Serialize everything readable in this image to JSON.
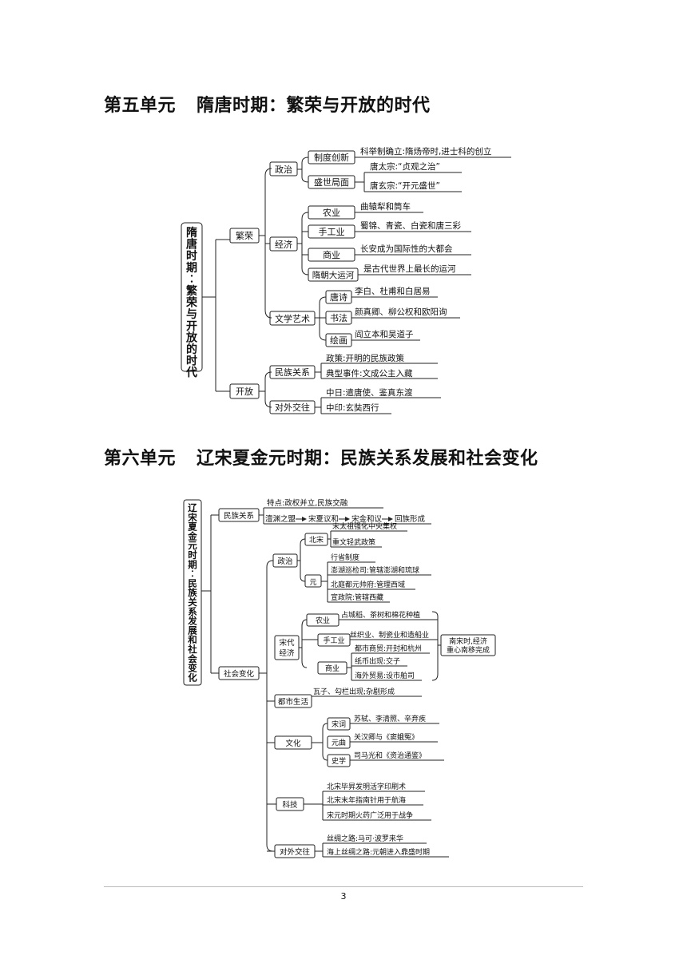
{
  "unit5": {
    "title_a": "第五单元",
    "title_b": "隋唐时期：繁荣与开放的时代",
    "root": "隋唐时期：繁荣与开放的时代",
    "b1": {
      "label": "繁荣",
      "zhengzhi": {
        "label": "政治",
        "zhidu": {
          "label": "制度创新",
          "text": "科举制确立:隋炀帝时,进士科的创立"
        },
        "shengshi": {
          "label": "盛世局面",
          "items": [
            "唐太宗:“贞观之治”",
            "唐玄宗:“开元盛世”"
          ]
        }
      },
      "jingji": {
        "label": "经济",
        "rows": [
          {
            "label": "农业",
            "text": "曲辕犁和筒车"
          },
          {
            "label": "手工业",
            "text": "蜀锦、青瓷、白瓷和唐三彩"
          },
          {
            "label": "商业",
            "text": "长安成为国际性的大都会"
          },
          {
            "label": "隋朝大运河",
            "text": "是古代世界上最长的运河"
          }
        ]
      },
      "wenxue": {
        "label": "文学艺术",
        "rows": [
          {
            "label": "唐诗",
            "text": "李白、杜甫和白居易"
          },
          {
            "label": "书法",
            "text": "颜真卿、柳公权和欧阳询"
          },
          {
            "label": "绘画",
            "text": "阎立本和吴道子"
          }
        ]
      }
    },
    "b2": {
      "label": "开放",
      "minzu": {
        "label": "民族关系",
        "items": [
          "政策:开明的民族政策",
          "典型事件:文成公主入藏"
        ]
      },
      "duiwai": {
        "label": "对外交往",
        "items": [
          "中日:遣唐使、鉴真东渡",
          "中印:玄奘西行"
        ]
      }
    }
  },
  "unit6": {
    "title_a": "第六单元",
    "title_b": "辽宋夏金元时期：民族关系发展和社会变化",
    "root": "辽宋夏金元时期：民族关系发展和社会变化",
    "minzu": {
      "label": "民族关系",
      "item1": "特点:政权并立,民族交融",
      "chain": [
        "澶渊之盟",
        "宋夏议和",
        "宋金和议",
        "回族形成"
      ]
    },
    "shehui": {
      "label": "社会变化",
      "zhengzhi": {
        "label": "政治",
        "beisong": {
          "label": "北宋",
          "items": [
            "宋太祖强化中央集权",
            "重文轻武政策"
          ]
        },
        "yuan": {
          "label": "元",
          "items": [
            "行省制度",
            "澎湖巡检司:管辖澎湖和琉球",
            "北庭都元帅府:管理西域",
            "宣政院:管辖西藏"
          ]
        }
      },
      "jingji": {
        "label": "宋代经济",
        "nongye": {
          "label": "农业",
          "text": "占城稻、茶树和棉花种植"
        },
        "shougong": {
          "label": "手工业",
          "text": "丝织业、制瓷业和造船业"
        },
        "shangye": {
          "label": "商业",
          "items": [
            "都市商贸:开封和杭州",
            "纸币出现:交子",
            "海外贸易:设市舶司"
          ]
        },
        "note": "南宋时,经济重心南移完成"
      },
      "dushi": {
        "label": "都市生活",
        "text": "瓦子、勾栏出现;杂剧形成"
      },
      "wenhua": {
        "label": "文化",
        "rows": [
          {
            "label": "宋词",
            "text": "苏轼、李清照、辛弃疾"
          },
          {
            "label": "元曲",
            "text": "关汉卿与《窦娥冤》"
          },
          {
            "label": "史学",
            "text": "司马光和《资治通鉴》"
          }
        ]
      },
      "keji": {
        "label": "科技",
        "items": [
          "北宋毕昇发明活字印刷术",
          "北宋末年指南针用于航海",
          "宋元时期火药广泛用于战争"
        ]
      },
      "duiwai": {
        "label": "对外交往",
        "items": [
          "丝绸之路:马可·波罗来华",
          "海上丝绸之路:元朝进入鼎盛时期"
        ]
      }
    }
  },
  "footer": {
    "page": "3"
  }
}
